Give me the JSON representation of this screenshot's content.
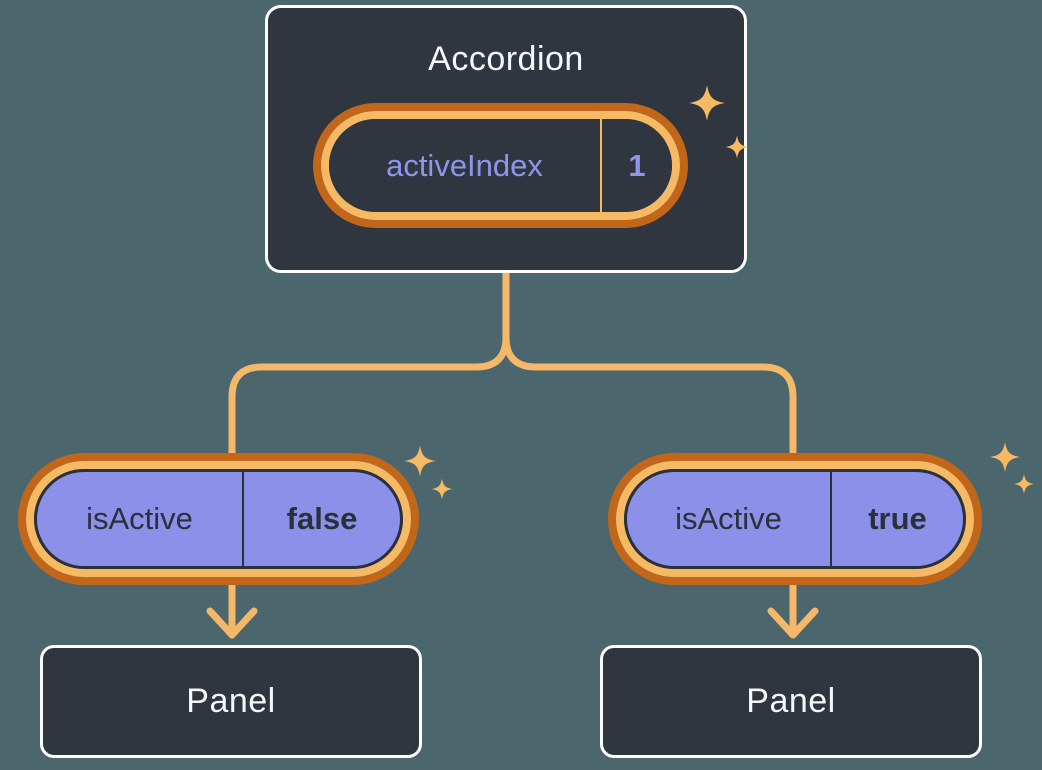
{
  "colors": {
    "bg": "#4C666E",
    "box": "#2F3640",
    "boxBorder": "#FEFEFE",
    "line": "#F5B868",
    "ringInner": "#F6B964",
    "ringOuter": "#C2661A",
    "purple": "#8B90E8",
    "lavender": "#8E95EC",
    "darkInk": "#2B313B",
    "lightText": "#F6F7F9",
    "sparkle": "#F6BB62"
  },
  "diagram": {
    "root": {
      "title": "Accordion",
      "state": {
        "label": "activeIndex",
        "value": "1"
      }
    },
    "children": [
      {
        "prop": {
          "label": "isActive",
          "value": "false"
        },
        "panel": {
          "title": "Panel"
        }
      },
      {
        "prop": {
          "label": "isActive",
          "value": "true"
        },
        "panel": {
          "title": "Panel"
        }
      }
    ]
  }
}
